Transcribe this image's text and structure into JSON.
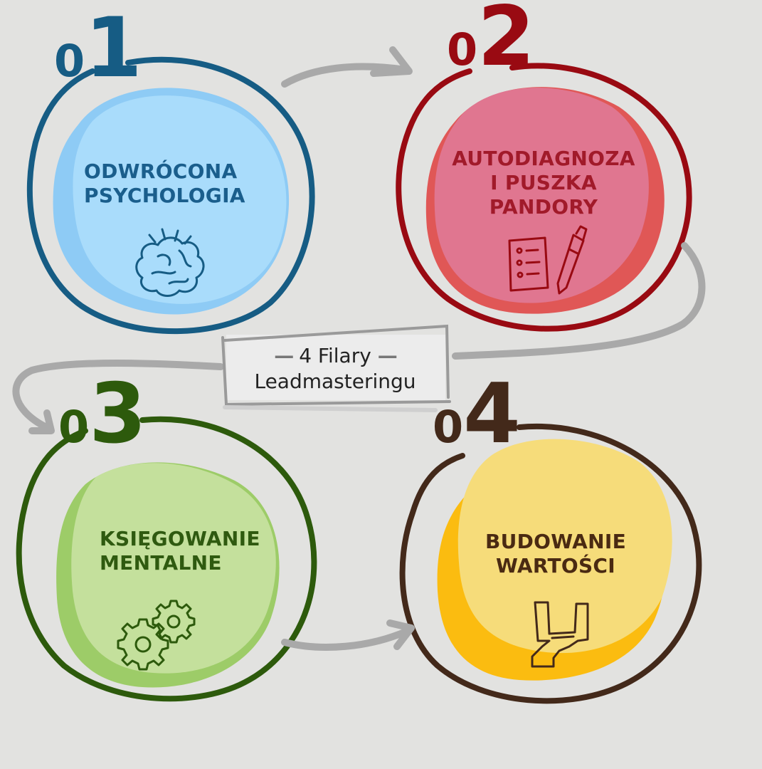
{
  "title": {
    "line1": "4 Filary",
    "line2": "Leadmasteringu",
    "dash": "—"
  },
  "pillars": [
    {
      "number_prefix": "0",
      "number": "1",
      "lines": [
        "ODWRÓCONA",
        "PSYCHOLOGIA"
      ],
      "icon": "brain-icon",
      "text_color": "#1a5e8c",
      "ring_color": "#165c84",
      "fill": "#a9dcfb",
      "fill_shadow": "#8ecbf5"
    },
    {
      "number_prefix": "0",
      "number": "2",
      "lines": [
        "AUTODIAGNOZA",
        "I PUSZKA",
        "PANDORY"
      ],
      "icon": "checklist-pen-icon",
      "text_color": "#a11a2a",
      "ring_color": "#990a12",
      "fill": "#e07690",
      "fill_shadow": "#e05756"
    },
    {
      "number_prefix": "0",
      "number": "3",
      "lines": [
        "KSIĘGOWANIE",
        "MENTALNE"
      ],
      "icon": "gears-icon",
      "text_color": "#2f5a10",
      "ring_color": "#2d5a0c",
      "fill": "#c4e09c",
      "fill_shadow": "#9dcc68"
    },
    {
      "number_prefix": "0",
      "number": "4",
      "lines": [
        "BUDOWANIE",
        "WARTOŚCI"
      ],
      "icon": "bridge-icon",
      "text_color": "#4a2a12",
      "ring_color": "#43291a",
      "fill": "#f6dc7a",
      "fill_shadow": "#fbbc10"
    }
  ],
  "arrow_color": "#a9a9a9"
}
